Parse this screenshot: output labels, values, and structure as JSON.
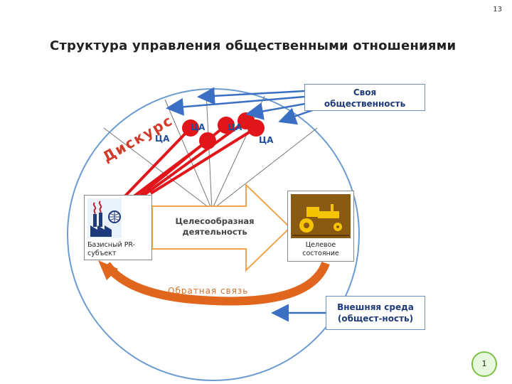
{
  "slide_number": "13",
  "title": "Структура управления общественными отношениями",
  "own_community": {
    "line1": "Своя",
    "line2": "общественность"
  },
  "ca_labels": [
    "ЦА",
    "ЦА",
    "ЦА",
    "ЦА"
  ],
  "discourse_text": "Дискурс",
  "subject": {
    "line1": "Базисный PR-",
    "line2": "субъект"
  },
  "activity": {
    "line1": "Целесообразная",
    "line2": "деятельность"
  },
  "goal": {
    "line1": "Целевое",
    "line2": "состояние"
  },
  "feedback_label": "Обратная связь",
  "environment": {
    "line1": "Внешняя среда",
    "line2": "(общест-ность)"
  },
  "badge": "1",
  "colors": {
    "circle": "#6c9bd2",
    "red_arrows": "#e0161b",
    "blue_arrows": "#3b6fc4",
    "feedback_arrow": "#e0661e",
    "big_arrow_fill": "#ffffff",
    "big_arrow_stroke": "#f2a44a",
    "goal_bg": "#8a5a12",
    "goal_tractor": "#f5c400"
  }
}
